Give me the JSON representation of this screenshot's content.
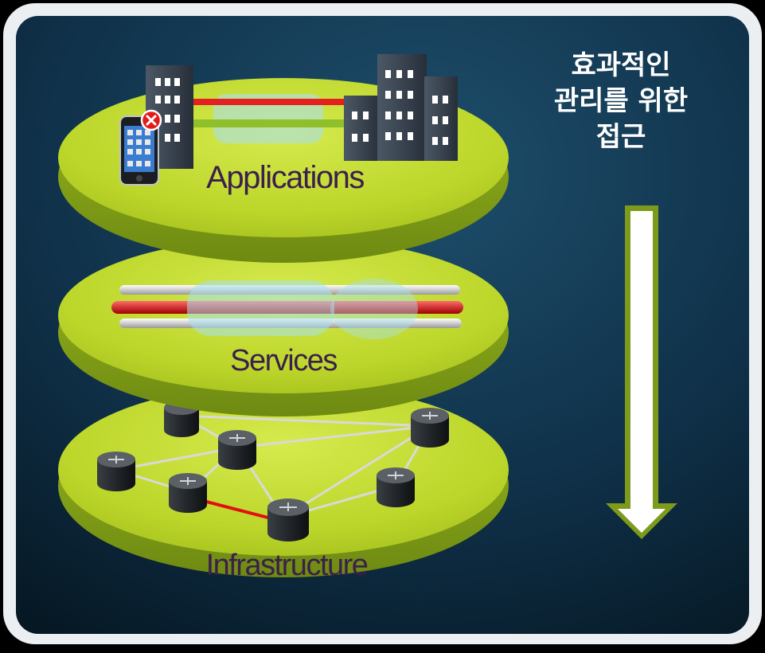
{
  "diagram": {
    "side_label": {
      "lines": [
        "효과적인",
        "관리를 위한",
        "접근"
      ]
    },
    "layers": {
      "applications": {
        "label": "Applications"
      },
      "services": {
        "label": "Services"
      },
      "infrastructure": {
        "label": "Infrastructure"
      }
    },
    "colors": {
      "disc_top": "#c4dd2e",
      "disc_edge": "#8aa51a",
      "background": "#0e2f44",
      "arrow_fill": "#ffffff",
      "arrow_border": "#7d9a1d",
      "failed_link": "#e01010"
    }
  }
}
